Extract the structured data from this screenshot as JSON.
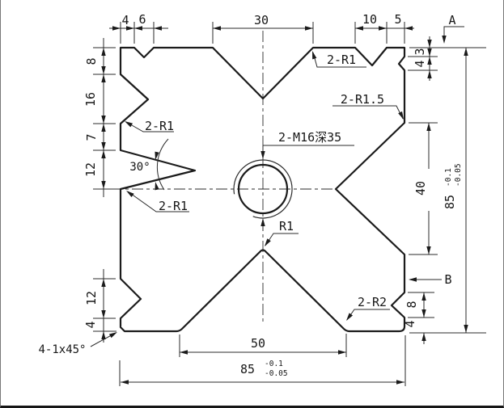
{
  "dims": {
    "top_4": "4",
    "top_6": "6",
    "top_30": "30",
    "top_10": "10",
    "top_5": "5",
    "left_8": "8",
    "left_16": "16",
    "left_7": "7",
    "left_12": "12",
    "left_bottom_12": "12",
    "left_bottom_4": "4",
    "right_3": "3",
    "right_4": "4",
    "right_40": "40",
    "right_8": "8",
    "right_bottom_4": "4",
    "bottom_50": "50",
    "height_85": "85",
    "height_tol_upper": "-0.1",
    "height_tol_lower": "-0.05",
    "width_85": "85",
    "width_tol_upper": "-0.1",
    "width_tol_lower": "-0.05"
  },
  "labels": {
    "radius_top": "2-R1",
    "radius_left_upper": "2-R1",
    "radius_left_lower": "2-R1",
    "radius_right": "2-R1.5",
    "thread_callout": "2-M16深35",
    "radius_center": "R1",
    "radius_bottom_right": "2-R2",
    "angle_30": "30°",
    "chamfer": "4-1x45°",
    "datum_a": "A",
    "datum_b": "B"
  }
}
